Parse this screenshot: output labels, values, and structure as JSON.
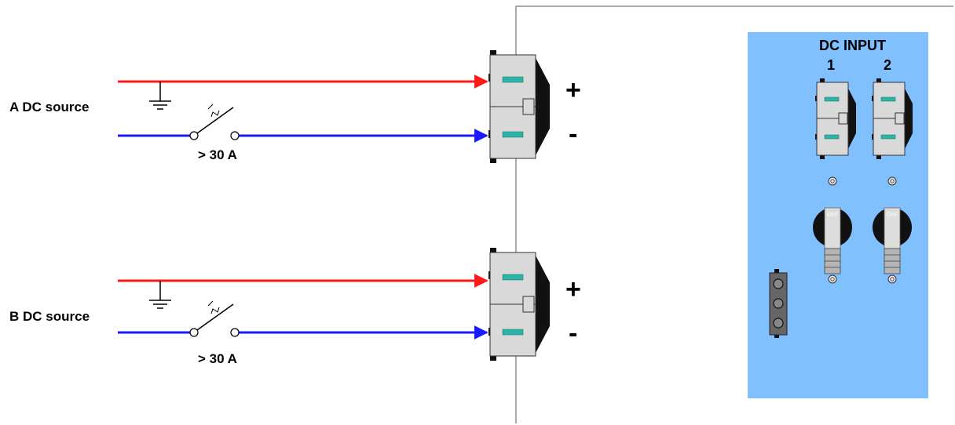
{
  "sources": [
    {
      "name": "A DC source",
      "rating": "> 30 A",
      "plus": "+",
      "minus": "-"
    },
    {
      "name": "B DC source",
      "rating": "> 30 A",
      "plus": "+",
      "minus": "-"
    }
  ],
  "panel": {
    "title": "DC INPUT",
    "inputs": [
      {
        "label": "1"
      },
      {
        "label": "2"
      }
    ],
    "switch_text": "OFF"
  },
  "colors": {
    "positive_wire": "#ff1a1a",
    "negative_wire": "#1a1aff",
    "panel_bg": "#80c0ff",
    "connector_body": "#d9d9d9",
    "contact": "#2bb5a8"
  }
}
